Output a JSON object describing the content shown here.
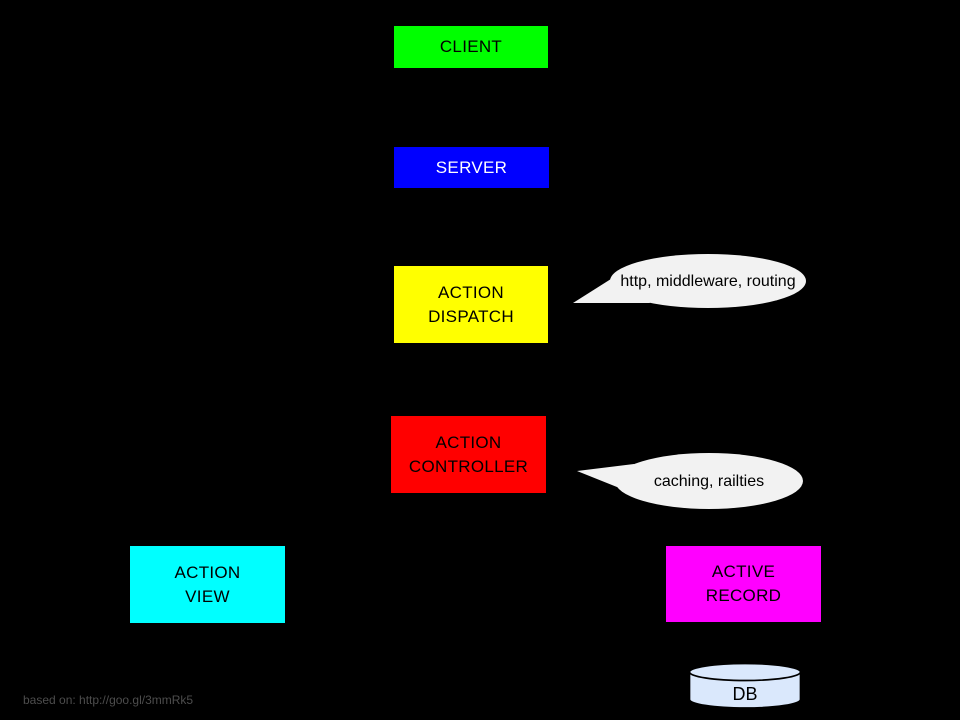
{
  "canvas": {
    "background": "#000000"
  },
  "nodes": {
    "client": {
      "label": "CLIENT",
      "fill": "#00ff00",
      "text_color": "#000000"
    },
    "server": {
      "label": "SERVER",
      "fill": "#0000ff",
      "text_color": "#ffffff"
    },
    "action_dispatch": {
      "line1": "ACTION",
      "line2": "DISPATCH",
      "fill": "#ffff00",
      "text_color": "#000000"
    },
    "action_controller": {
      "line1": "ACTION",
      "line2": "CONTROLLER",
      "fill": "#ff0000",
      "text_color": "#000000"
    },
    "action_view": {
      "line1": "ACTION",
      "line2": "VIEW",
      "fill": "#00ffff",
      "text_color": "#000000"
    },
    "active_record": {
      "line1": "ACTIVE",
      "line2": "RECORD",
      "fill": "#ff00ff",
      "text_color": "#000000"
    },
    "db": {
      "label": "DB",
      "fill": "#dae8fc",
      "stroke": "#000000"
    }
  },
  "callouts": {
    "dispatch_note": {
      "text": "http, middleware, routing",
      "fill": "#f2f2f2",
      "attached_to": "action_dispatch"
    },
    "controller_note": {
      "text": "caching, railties",
      "fill": "#f2f2f2",
      "attached_to": "action_controller"
    }
  },
  "footer": {
    "credit": "based on: http://goo.gl/3mmRk5",
    "color": "#4d4d4d"
  }
}
